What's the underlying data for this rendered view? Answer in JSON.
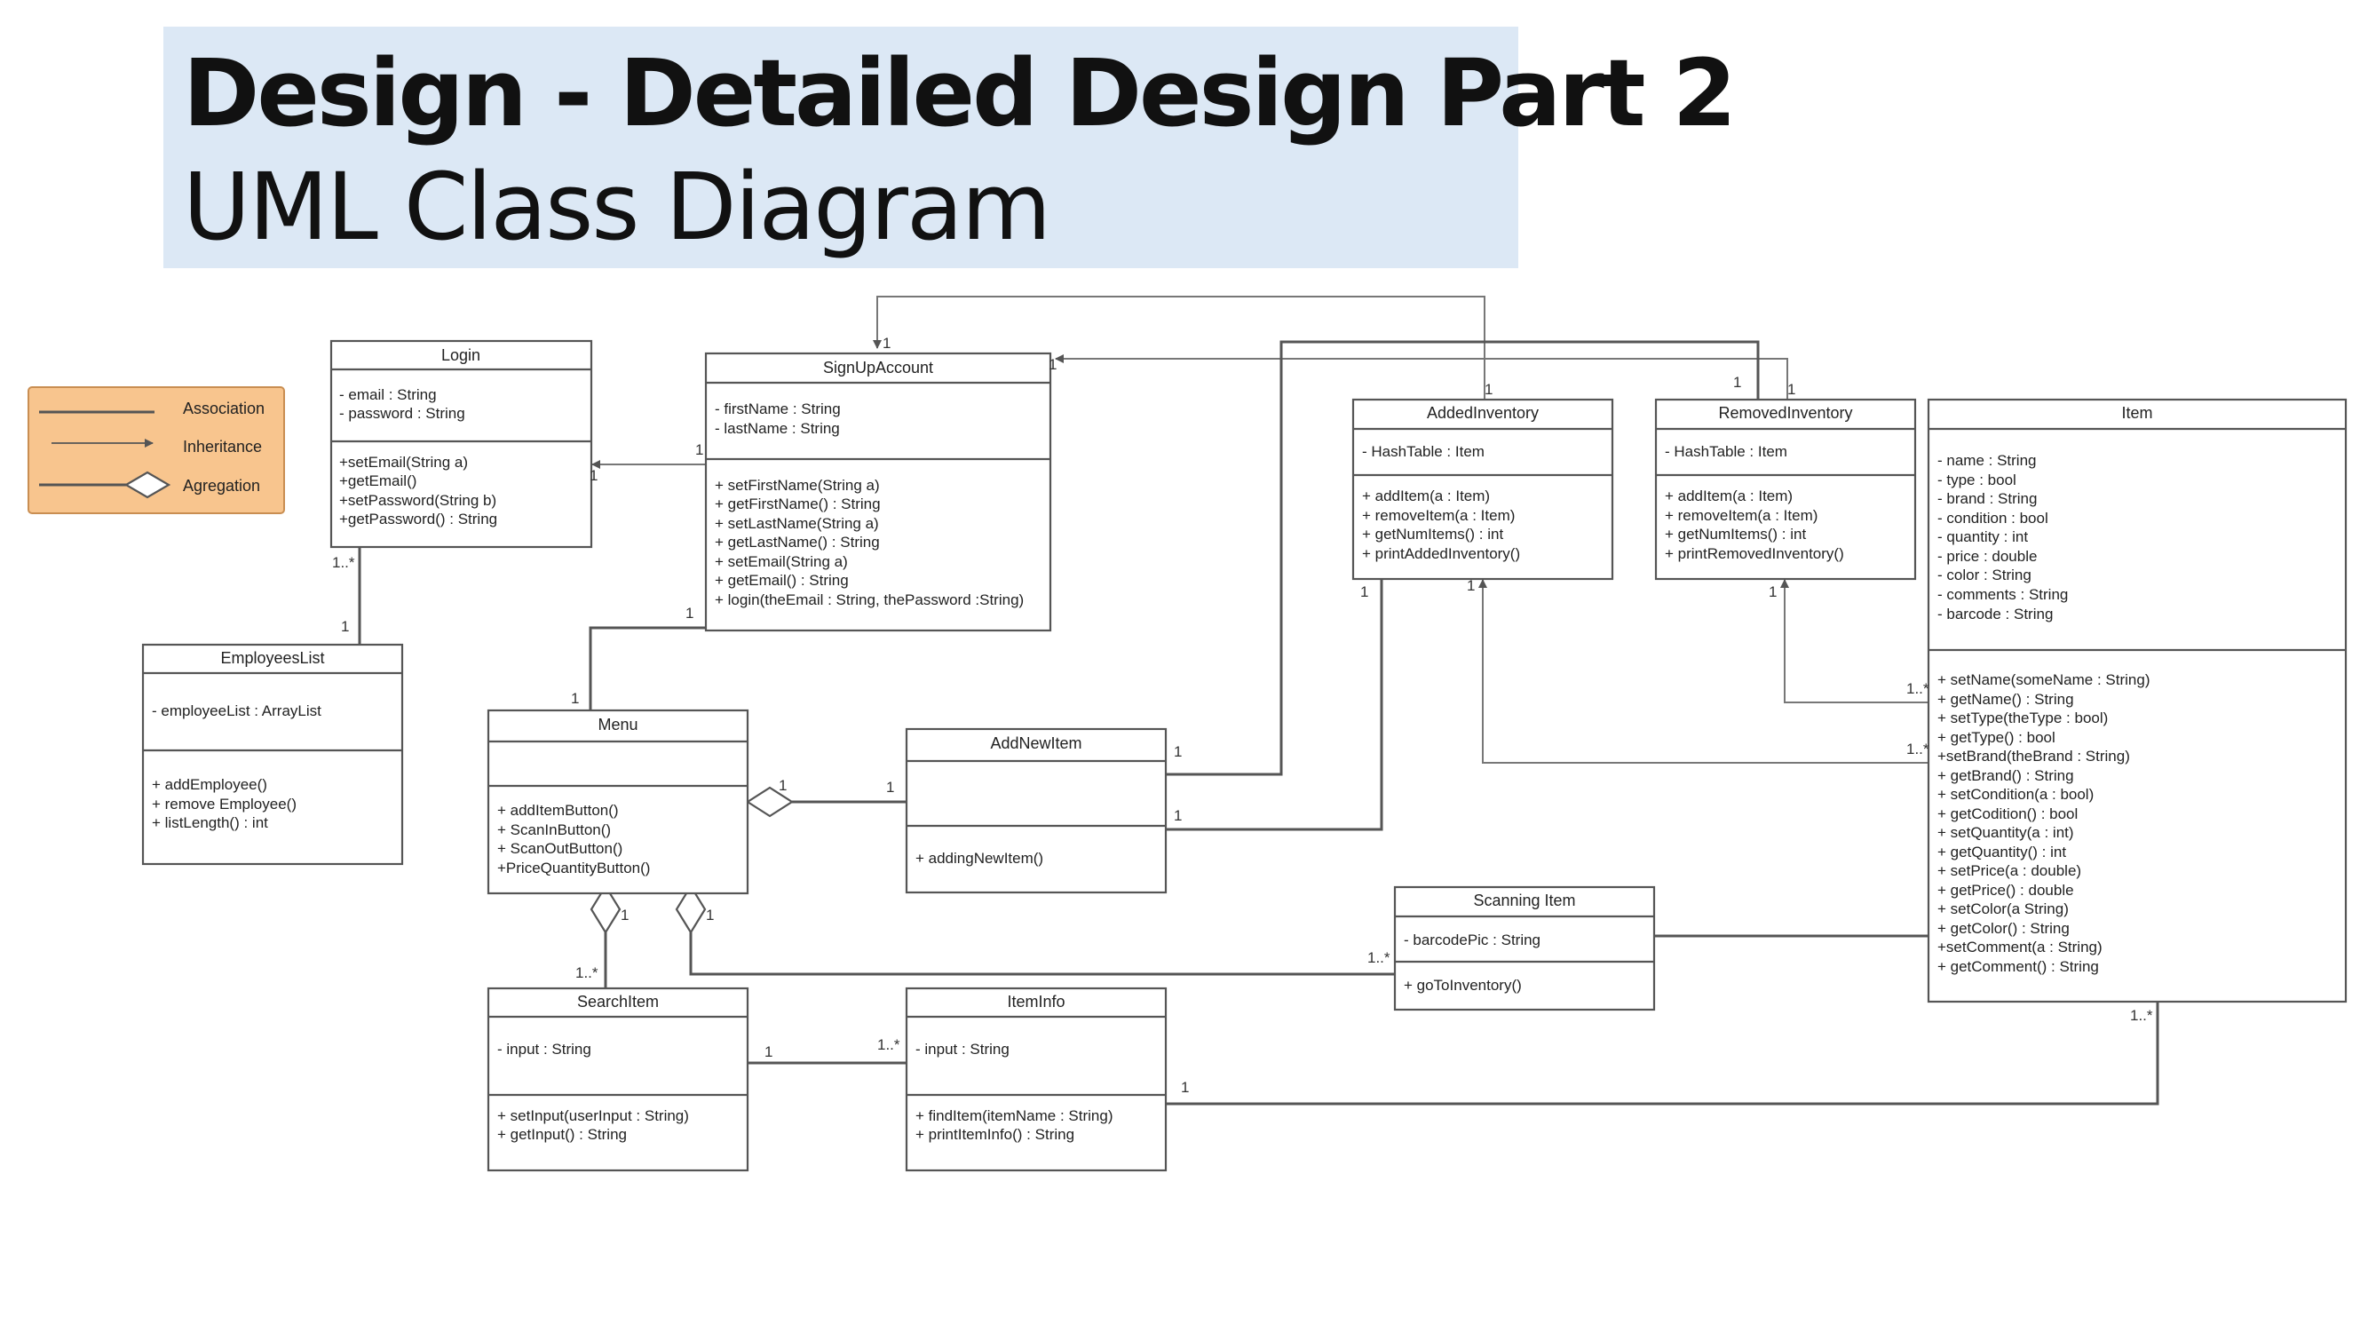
{
  "title": {
    "line1": "Design - Detailed Design Part 2",
    "line2": "UML Class Diagram"
  },
  "legend": {
    "association": "Association",
    "inheritance": "Inheritance",
    "aggregation": "Agregation",
    "color": "#f8c58e"
  },
  "classes": {
    "login": {
      "name": "Login",
      "attributes": [
        "- email : String",
        "- password : String"
      ],
      "methods": [
        "+setEmail(String a)",
        "+getEmail()",
        "+setPassword(String b)",
        "+getPassword() : String"
      ]
    },
    "signup": {
      "name": "SignUpAccount",
      "attributes": [
        "- firstName : String",
        "- lastName : String"
      ],
      "methods": [
        "+ setFirstName(String a)",
        "+ getFirstName() : String",
        "+ setLastName(String a)",
        "+ getLastName() : String",
        "+ setEmail(String a)",
        "+ getEmail() : String",
        "+ login(theEmail : String, thePassword :String)"
      ]
    },
    "added": {
      "name": "AddedInventory",
      "attributes": [
        "- HashTable : Item"
      ],
      "methods": [
        "+ addItem(a : Item)",
        "+ removeItem(a : Item)",
        "+ getNumItems() : int",
        "+ printAddedInventory()"
      ]
    },
    "removed": {
      "name": "RemovedInventory",
      "attributes": [
        "- HashTable : Item"
      ],
      "methods": [
        "+ addItem(a : Item)",
        "+ removeItem(a : Item)",
        "+ getNumItems() : int",
        "+ printRemovedInventory()"
      ]
    },
    "item": {
      "name": "Item",
      "attributes": [
        "- name : String",
        "- type : bool",
        "- brand : String",
        "- condition : bool",
        "- quantity : int",
        "- price : double",
        "- color : String",
        "- comments : String",
        "- barcode : String"
      ],
      "methods": [
        "+ setName(someName : String)",
        "+ getName() : String",
        "+ setType(theType : bool)",
        "+ getType() : bool",
        "+setBrand(theBrand : String)",
        "+ getBrand() : String",
        "+ setCondition(a : bool)",
        "+ getCodition() : bool",
        "+ setQuantity(a : int)",
        "+ getQuantity() : int",
        "+ setPrice(a : double)",
        "+ getPrice() : double",
        "+ setColor(a String)",
        "+ getColor() : String",
        "+setComment(a : String)",
        "+ getComment() : String"
      ]
    },
    "employees": {
      "name": "EmployeesList",
      "attributes": [
        "- employeeList : ArrayList"
      ],
      "methods": [
        "+ addEmployee()",
        "+ remove Employee()",
        "+ listLength() : int"
      ]
    },
    "menu": {
      "name": "Menu",
      "attributes": [],
      "methods": [
        "+ addItemButton()",
        "+ ScanInButton()",
        "+ ScanOutButton()",
        "+PriceQuantityButton()"
      ]
    },
    "addnew": {
      "name": "AddNewItem",
      "attributes": [],
      "methods": [
        "+ addingNewItem()"
      ]
    },
    "scanning": {
      "name": "Scanning Item",
      "attributes": [
        "- barcodePic : String"
      ],
      "methods": [
        "+ goToInventory()"
      ]
    },
    "search": {
      "name": "SearchItem",
      "attributes": [
        "- input : String"
      ],
      "methods": [
        "+ setInput(userInput : String)",
        "+ getInput() : String"
      ]
    },
    "iteminfo": {
      "name": "ItemInfo",
      "attributes": [
        "- input : String"
      ],
      "methods": [
        "+ findItem(itemName : String)",
        "+ printItemInfo() : String"
      ]
    }
  },
  "multiplicities": {
    "signup_top": "1",
    "signup_right": "1",
    "login_signup_a": "1",
    "login_signup_b": "1",
    "login_bottom": "1..*",
    "employees_top": "1",
    "signup_bottom": "1",
    "menu_top": "1",
    "added_top": "1",
    "removed_top_a": "1",
    "removed_top_b": "1",
    "added_bottom": "1",
    "added_inherit": "1",
    "removed_inherit": "1",
    "item_removed": "1..*",
    "item_added": "1..*",
    "addnew_upper": "1",
    "addnew_lower": "1",
    "menu_agg": "1",
    "addnew_left": "1",
    "menu_search_agg": "1",
    "menu_scan_agg": "1",
    "search_top": "1..*",
    "scanning_left": "1..*",
    "search_right": "1",
    "iteminfo_left": "1..*",
    "iteminfo_right": "1",
    "item_bottom": "1..*"
  }
}
